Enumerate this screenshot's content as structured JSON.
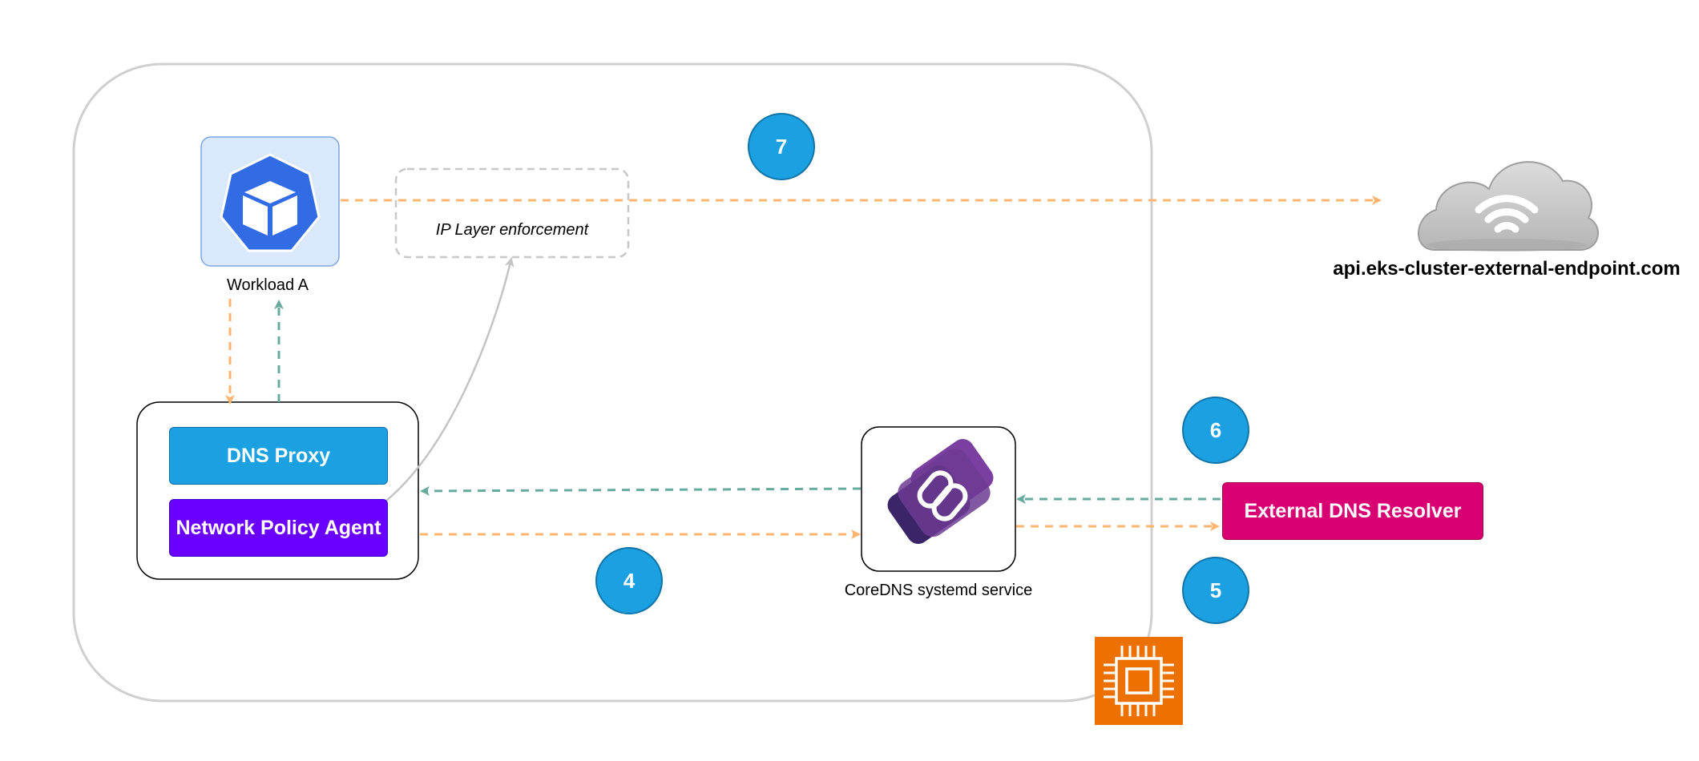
{
  "workload": {
    "label": "Workload A"
  },
  "ip_enforcement": {
    "label": "IP Layer enforcement"
  },
  "agent_box": {
    "dns_proxy": "DNS Proxy",
    "network_policy_agent": "Network Policy Agent"
  },
  "coredns": {
    "label": "CoreDNS systemd service"
  },
  "external_resolver": {
    "label": "External DNS Resolver"
  },
  "endpoint": {
    "label": "api.eks-cluster-external-endpoint.com"
  },
  "steps": {
    "s4": "4",
    "s5": "5",
    "s6": "6",
    "s7": "7"
  },
  "colors": {
    "request_arrow": "#ffb570",
    "response_arrow": "#67ab9f",
    "dns_proxy": "#1ba1e2",
    "network_policy_agent": "#6a00ff",
    "external_resolver": "#d80073",
    "step_badge": "#1ba1e2",
    "ec2_chip": "#ed7100",
    "kubernetes": "#326ce5"
  },
  "icons": {
    "workload": "kubernetes-pod-icon",
    "coredns": "coredns-chain-icon",
    "endpoint": "cloud-wifi-icon",
    "node": "ec2-chip-icon"
  }
}
